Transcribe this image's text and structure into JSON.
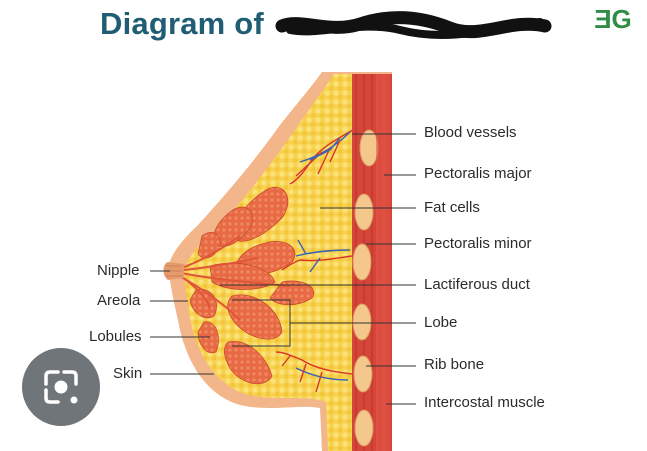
{
  "header": {
    "title_visible": "Diagram of",
    "title_redacted": "Mammary Gland"
  },
  "logo": {
    "text": "ƎG",
    "color": "#2f8d46"
  },
  "labels_right": [
    "Blood vessels",
    "Pectoralis major",
    "Fat cells",
    "Pectoralis minor",
    "Lactiferous duct",
    "Lobe",
    "Rib bone",
    "Intercostal muscle"
  ],
  "labels_left": [
    "Nipple",
    "Areola",
    "Lobules",
    "Skin"
  ],
  "overlay": {
    "icon": "lens-search-icon"
  },
  "colors": {
    "title": "#1f5d74",
    "skin": "#f3b68a",
    "fat": "#f7d24e",
    "lobe": "#e86a45",
    "muscle": "#d6453a",
    "rib": "#f4c78c",
    "vessel_red": "#d8342c",
    "vessel_blue": "#3a62b5"
  }
}
